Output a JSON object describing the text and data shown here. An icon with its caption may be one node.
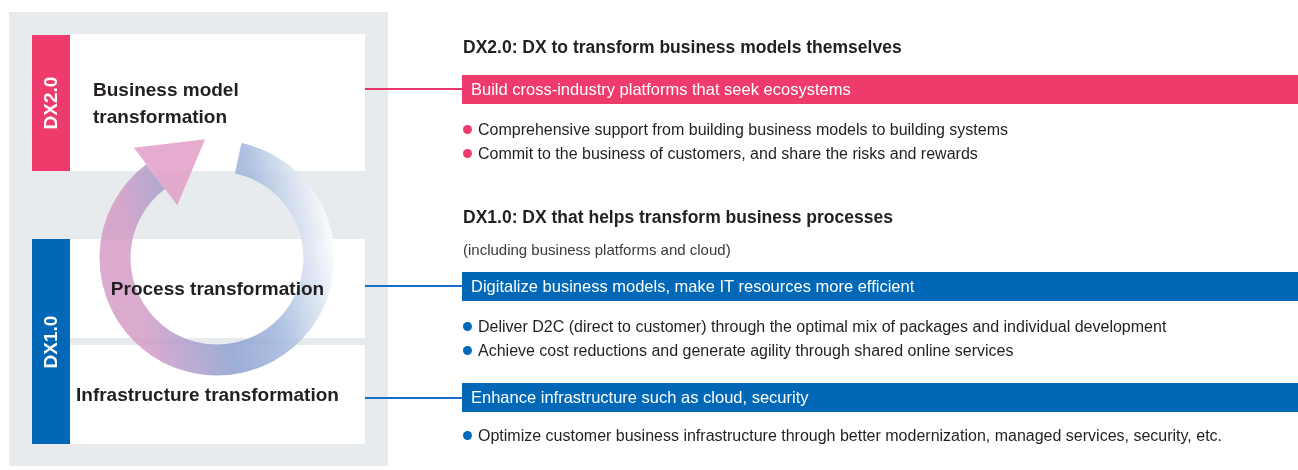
{
  "diagram": {
    "nodes": [
      {
        "text": [
          "DX2.0"
        ]
      },
      {
        "text": [
          "Business model transformation"
        ]
      },
      {
        "text": [
          "DX1.0"
        ]
      },
      {
        "text": [
          "Process transformation"
        ]
      },
      {
        "text": [
          "Infrastructure transformation"
        ]
      },
      {
        "text": [
          "Build cross-industry platforms that seek ecosystems"
        ]
      },
      {
        "text": [
          "Digitalize business models, make IT resources more efficient"
        ]
      },
      {
        "text": [
          "Enhance infrastructure such as cloud, security"
        ]
      }
    ],
    "edges": [
      {
        "from": 1,
        "to": 5,
        "arrow": "none",
        "color": "#e8366b"
      },
      {
        "from": 3,
        "to": 6,
        "arrow": "none"
      },
      {
        "from": 4,
        "to": 7,
        "arrow": "none"
      }
    ],
    "labels": [
      "DX2.0: DX to transform business models themselves",
      "Comprehensive support from building business models to building systems",
      "Commit to the business of customers, and share the risks and rewards",
      "DX1.0: DX that helps transform business processes",
      "(including business platforms and cloud)",
      "Deliver D2C (direct to customer) through the optimal mix of packages and individual development",
      "Achieve cost reductions and generate agility through shared online services",
      "Optimize customer business infrastructure through better modernization, managed services, security, etc."
    ]
  }
}
